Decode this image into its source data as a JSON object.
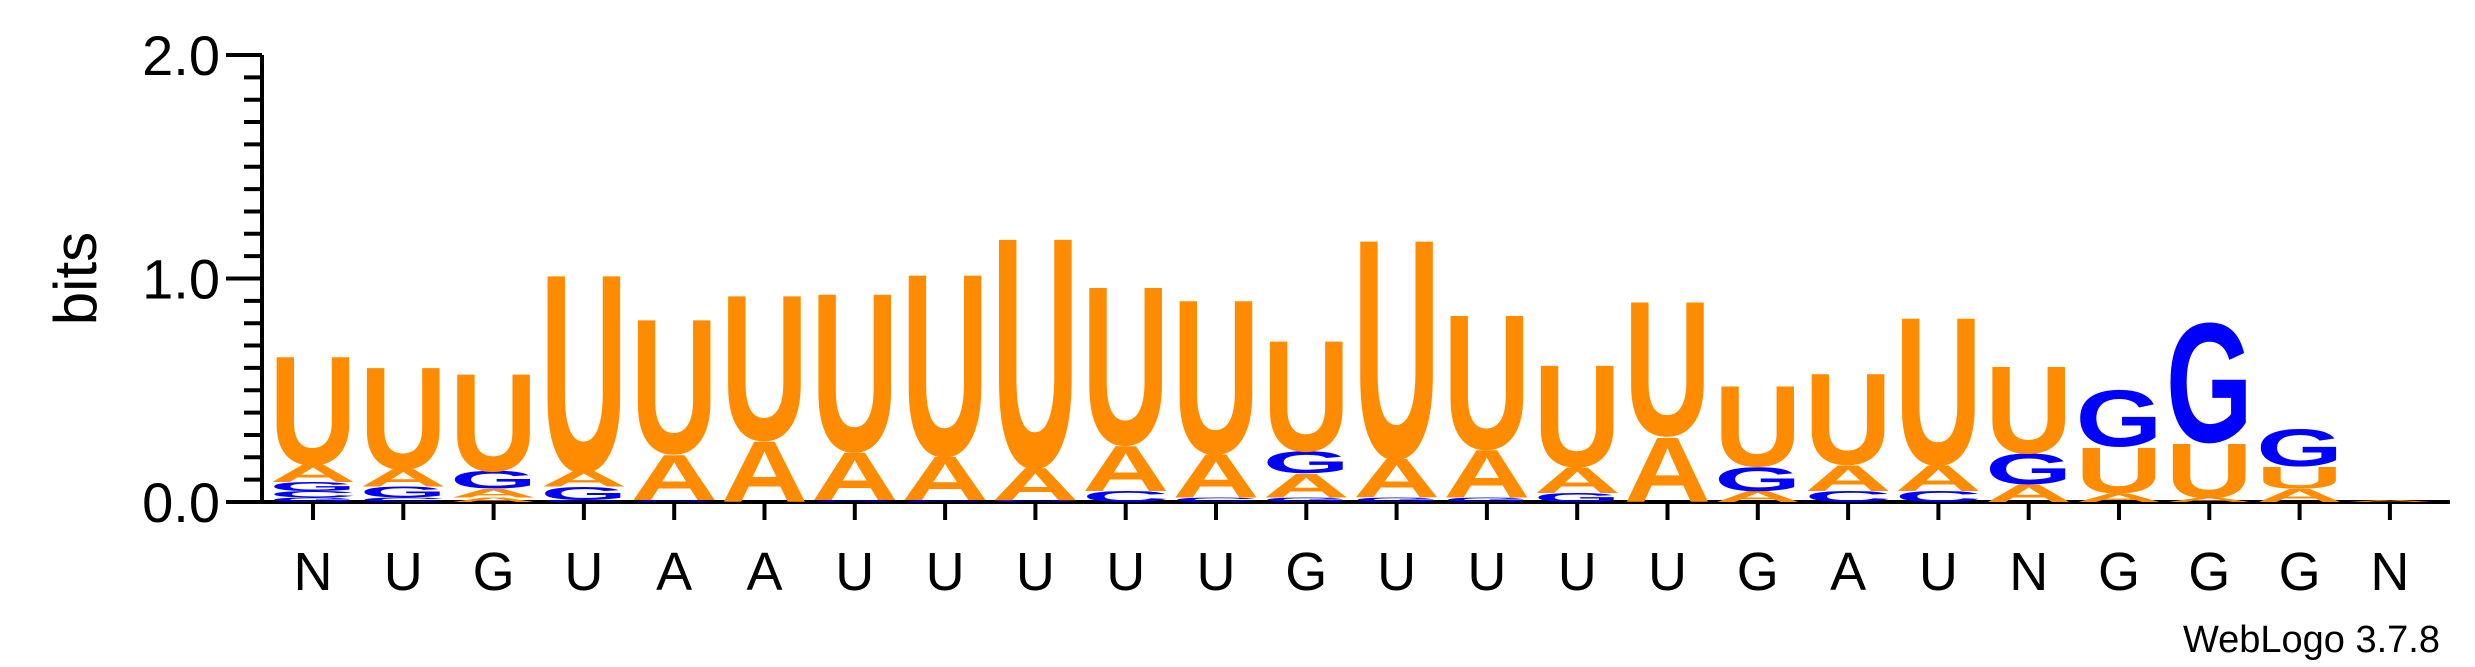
{
  "chart_data": {
    "type": "sequence-logo",
    "ylabel": "bits",
    "ylim": [
      0,
      2.0
    ],
    "yticks": [
      "0.0",
      "1.0",
      "2.0"
    ],
    "positions": [
      "N",
      "U",
      "G",
      "U",
      "A",
      "A",
      "U",
      "U",
      "U",
      "U",
      "U",
      "G",
      "U",
      "U",
      "U",
      "U",
      "G",
      "A",
      "U",
      "N",
      "G",
      "G",
      "G",
      "N"
    ],
    "colors": {
      "A": "#ff8c00",
      "U": "#ff8c00",
      "G": "#0000ff",
      "C": "#0000ff"
    },
    "stacks": [
      [
        {
          "letter": "G",
          "bits": 0.02
        },
        {
          "letter": "C",
          "bits": 0.03
        },
        {
          "letter": "G",
          "bits": 0.04
        },
        {
          "letter": "A",
          "bits": 0.08
        },
        {
          "letter": "U",
          "bits": 0.5
        }
      ],
      [
        {
          "letter": "C",
          "bits": 0.02
        },
        {
          "letter": "G",
          "bits": 0.05
        },
        {
          "letter": "A",
          "bits": 0.08
        },
        {
          "letter": "U",
          "bits": 0.47
        }
      ],
      [
        {
          "letter": "A",
          "bits": 0.02
        },
        {
          "letter": "A",
          "bits": 0.04
        },
        {
          "letter": "G",
          "bits": 0.08
        },
        {
          "letter": "U",
          "bits": 0.45
        }
      ],
      [
        {
          "letter": "C",
          "bits": 0.01
        },
        {
          "letter": "G",
          "bits": 0.06
        },
        {
          "letter": "A",
          "bits": 0.07
        },
        {
          "letter": "U",
          "bits": 0.91
        }
      ],
      [
        {
          "letter": "G",
          "bits": 0.01
        },
        {
          "letter": "A",
          "bits": 0.21
        },
        {
          "letter": "U",
          "bits": 0.62
        }
      ],
      [
        {
          "letter": "A",
          "bits": 0.28
        },
        {
          "letter": "U",
          "bits": 0.67
        }
      ],
      [
        {
          "letter": "G",
          "bits": 0.01
        },
        {
          "letter": "A",
          "bits": 0.22
        },
        {
          "letter": "U",
          "bits": 0.73
        }
      ],
      [
        {
          "letter": "C",
          "bits": 0.01
        },
        {
          "letter": "A",
          "bits": 0.2
        },
        {
          "letter": "U",
          "bits": 0.84
        }
      ],
      [
        {
          "letter": "G",
          "bits": 0.01
        },
        {
          "letter": "A",
          "bits": 0.15
        },
        {
          "letter": "U",
          "bits": 1.06
        }
      ],
      [
        {
          "letter": "C",
          "bits": 0.05
        },
        {
          "letter": "A",
          "bits": 0.21
        },
        {
          "letter": "U",
          "bits": 0.73
        }
      ],
      [
        {
          "letter": "C",
          "bits": 0.02
        },
        {
          "letter": "A",
          "bits": 0.2
        },
        {
          "letter": "U",
          "bits": 0.71
        }
      ],
      [
        {
          "letter": "G",
          "bits": 0.02
        },
        {
          "letter": "A",
          "bits": 0.11
        },
        {
          "letter": "G",
          "bits": 0.1
        },
        {
          "letter": "U",
          "bits": 0.51
        }
      ],
      [
        {
          "letter": "G",
          "bits": 0.02
        },
        {
          "letter": "A",
          "bits": 0.18
        },
        {
          "letter": "U",
          "bits": 1.01
        }
      ],
      [
        {
          "letter": "G",
          "bits": 0.02
        },
        {
          "letter": "A",
          "bits": 0.22
        },
        {
          "letter": "U",
          "bits": 0.62
        }
      ],
      [
        {
          "letter": "G",
          "bits": 0.04
        },
        {
          "letter": "A",
          "bits": 0.12
        },
        {
          "letter": "U",
          "bits": 0.47
        }
      ],
      [
        {
          "letter": "A",
          "bits": 0.3
        },
        {
          "letter": "U",
          "bits": 0.62
        }
      ],
      [
        {
          "letter": "A",
          "bits": 0.05
        },
        {
          "letter": "G",
          "bits": 0.11
        },
        {
          "letter": "U",
          "bits": 0.37
        }
      ],
      [
        {
          "letter": "C",
          "bits": 0.05
        },
        {
          "letter": "A",
          "bits": 0.12
        },
        {
          "letter": "U",
          "bits": 0.42
        }
      ],
      [
        {
          "letter": "C",
          "bits": 0.05
        },
        {
          "letter": "A",
          "bits": 0.12
        },
        {
          "letter": "U",
          "bits": 0.68
        }
      ],
      [
        {
          "letter": "A",
          "bits": 0.08
        },
        {
          "letter": "G",
          "bits": 0.14
        },
        {
          "letter": "U",
          "bits": 0.4
        }
      ],
      [
        {
          "letter": "A",
          "bits": 0.04
        },
        {
          "letter": "U",
          "bits": 0.21
        },
        {
          "letter": "G",
          "bits": 0.26
        }
      ],
      [
        {
          "letter": "A",
          "bits": 0.02
        },
        {
          "letter": "U",
          "bits": 0.25
        },
        {
          "letter": "G",
          "bits": 0.55
        }
      ],
      [
        {
          "letter": "A",
          "bits": 0.06
        },
        {
          "letter": "U",
          "bits": 0.1
        },
        {
          "letter": "G",
          "bits": 0.17
        }
      ],
      [
        {
          "letter": "A",
          "bits": 0.01
        }
      ]
    ]
  },
  "credit": "WebLogo 3.7.8"
}
